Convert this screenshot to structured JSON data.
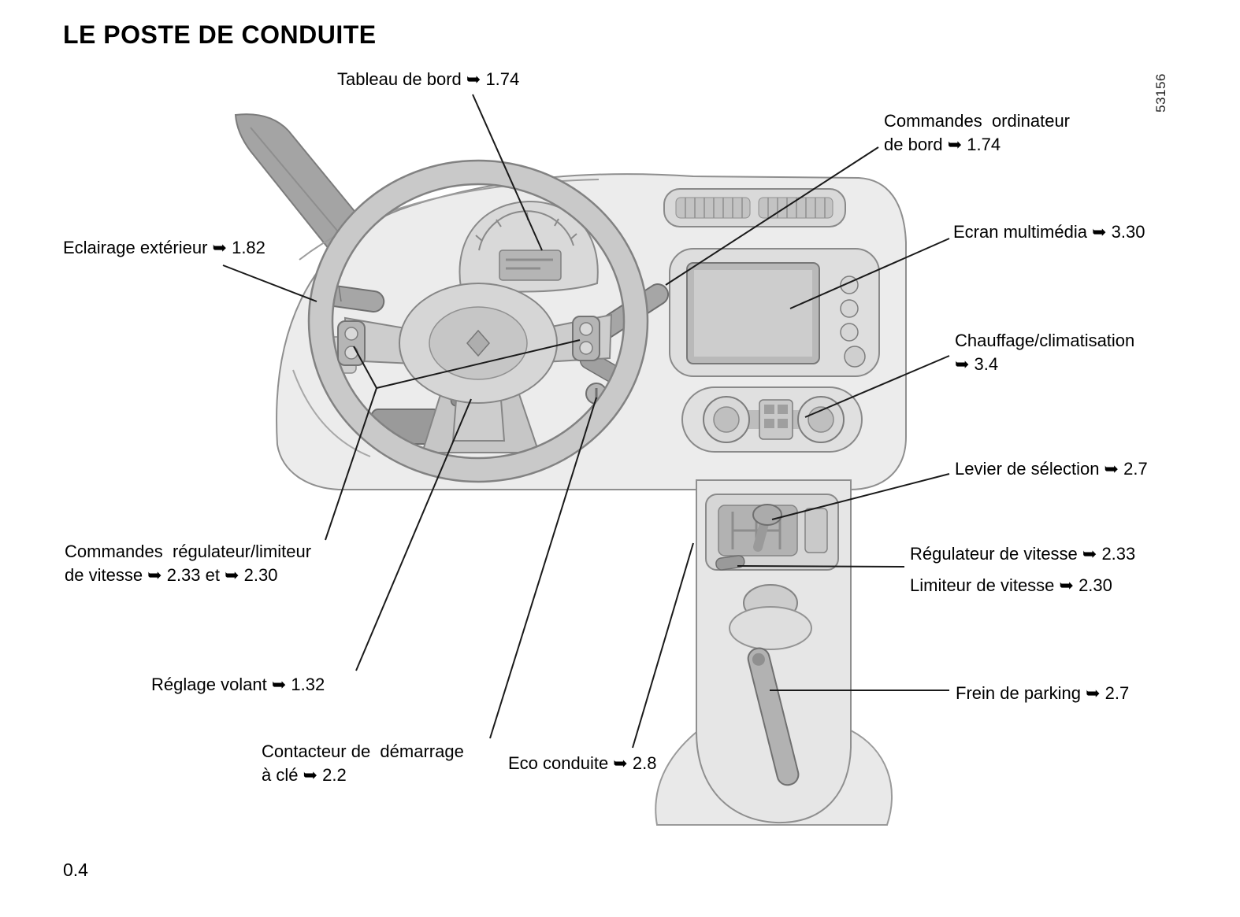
{
  "page": {
    "title": "LE POSTE DE CONDUITE",
    "page_number": "0.4",
    "figure_code": "53156"
  },
  "labels": {
    "tableau_de_bord": "Tableau de bord ➥ 1.74",
    "commandes_ordinateur": "Commandes  ordinateur\nde bord ➥ 1.74",
    "ecran_multimedia": "Ecran multimédia ➥ 3.30",
    "chauffage_climatisation": "Chauffage/climatisation\n➥ 3.4",
    "eclairage_exterieur": "Eclairage extérieur ➥ 1.82",
    "levier_de_selection": "Levier de sélection ➥ 2.7",
    "regulateur_de_vitesse": "Régulateur de vitesse ➥ 2.33",
    "limiteur_de_vitesse": "Limiteur de vitesse ➥ 2.30",
    "commandes_regulateur_limiteur": "Commandes  régulateur/limiteur\nde vitesse ➥ 2.33 et ➥ 2.30",
    "reglage_volant": "Réglage volant ➥ 1.32",
    "contacteur_demarrage": "Contacteur de  démarrage\nà clé ➥ 2.2",
    "eco_conduite": "Eco conduite ➥ 2.8",
    "frein_de_parking": "Frein de parking ➥ 2.7"
  }
}
